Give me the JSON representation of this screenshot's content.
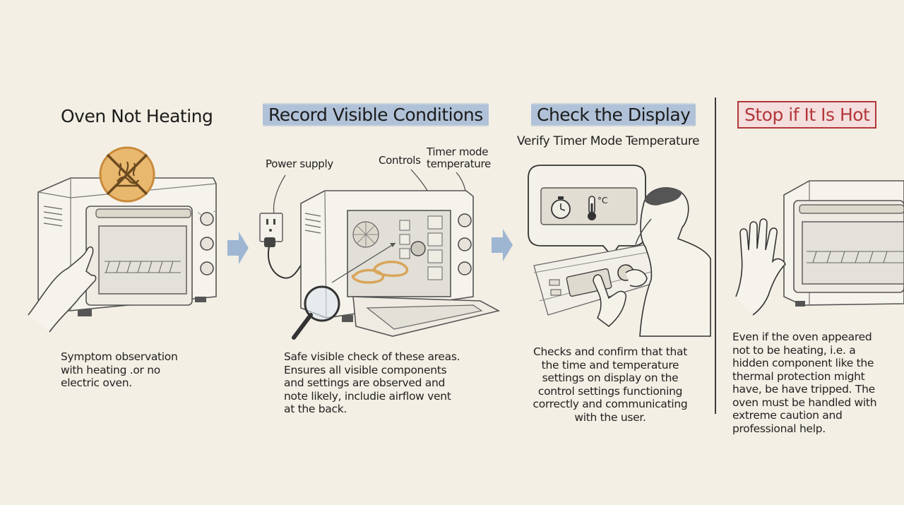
{
  "panels": [
    {
      "title": "Oven Not Heating",
      "description": "Symptom observation with heating .or no electric oven."
    },
    {
      "title": "Record Visible Conditions",
      "labels": {
        "power": "Power supply",
        "controls": "Controls",
        "timer_line1": "Timer mode",
        "timer_line2": "temperature"
      },
      "description": "Safe visible check of these areas. Ensures all visible components and settings are observed and note likely, includie airflow vent at the back."
    },
    {
      "title": "Check the Display",
      "subtitle": "Verify Timer Mode Temperature",
      "display_unit": "°C",
      "description": "Checks and confirm that that the time and temperature settings on display on the control settings functioning correctly and communicating with the user."
    },
    {
      "title": "Stop if It Is Hot",
      "description": "Even if the oven appeared not to be heating, i.e. a hidden component like the thermal protection might have, be have tripped. The oven must be handled with extreme caution and professional help."
    }
  ],
  "colors": {
    "background": "#f3efe4",
    "highlight_blue": "#a5bad6",
    "warning_orange": "#e3a652",
    "stop_red": "#b3373a",
    "arrow_blue": "#9fb6d3",
    "heating_element": "#d9a55b"
  },
  "icons": [
    "no-heat-icon",
    "stopwatch-icon",
    "thermometer-icon",
    "magnifier-icon",
    "power-outlet-icon",
    "hand-icon"
  ]
}
